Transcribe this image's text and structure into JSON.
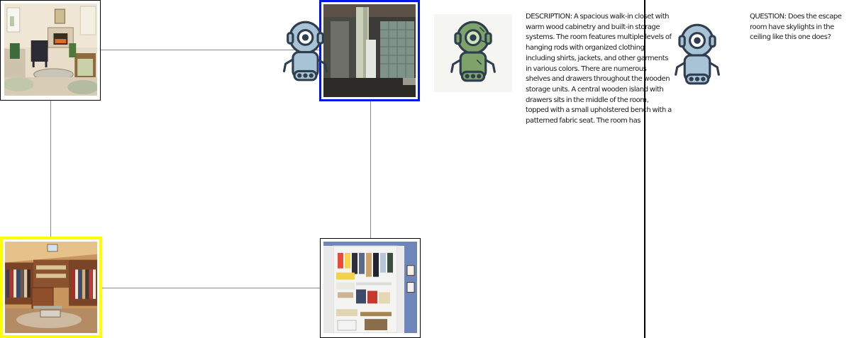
{
  "graph": {
    "nodes": [
      {
        "id": "living-room",
        "scene": "living room",
        "border_color": "#000000",
        "state": "visited"
      },
      {
        "id": "basement",
        "scene": "basement",
        "border_color": "#0018e0",
        "state": "current"
      },
      {
        "id": "walk-in-closet",
        "scene": "walk-in closet",
        "border_color": "#ffff00",
        "state": "highlighted"
      },
      {
        "id": "reach-in-closet",
        "scene": "reach-in closet",
        "border_color": "#000000",
        "state": "visited"
      }
    ],
    "agent_marker": {
      "icon": "robot-icon",
      "color": "#a9c3d6"
    }
  },
  "dialogue": {
    "describer": {
      "icon": "robot-icon",
      "color": "#7da36b",
      "text": "DESCRIPTION: A spacious walk-in closet with warm wood cabinetry and built-in storage systems. The room features multiple levels of hanging rods with organized clothing including shirts, jackets, and other garments in various colors. There are numerous shelves and drawers throughout the wooden storage units. A central wooden island with drawers sits in the middle of the room, topped with a small upholstered bench with a patterned fabric seat. The room has"
    },
    "questioner": {
      "icon": "robot-icon",
      "color": "#a9c3d6",
      "text": "QUESTION: Does the escape room have skylights in the ceiling like this one does?"
    }
  }
}
